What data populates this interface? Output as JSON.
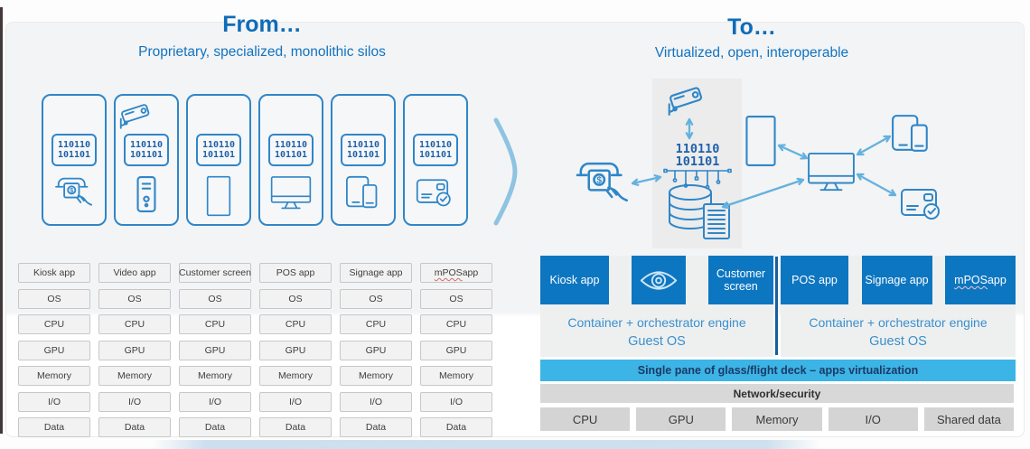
{
  "header": {
    "from_title": "From…",
    "from_subtitle": "Proprietary, specialized, monolithic silos",
    "to_title": "To…",
    "to_subtitle": "Virtualized, open, interoperable"
  },
  "binary": {
    "line1": "110110",
    "line2": "101101"
  },
  "silos": {
    "tiles": [
      {
        "icon": "atm-cash-icon"
      },
      {
        "icon": "tower-pc-icon",
        "top_icon": "cctv-camera-icon"
      },
      {
        "icon": "blank-screen-icon"
      },
      {
        "icon": "desktop-monitor-icon"
      },
      {
        "icon": "tablet-phone-icon"
      },
      {
        "icon": "payment-card-icon"
      }
    ],
    "apps": [
      {
        "label": "Kiosk app"
      },
      {
        "label": "Video app"
      },
      {
        "label": "Customer screen"
      },
      {
        "label": "POS app"
      },
      {
        "label": "Signage app"
      },
      {
        "label": "mPOS app",
        "underline": "mPOS"
      }
    ],
    "layers": [
      "OS",
      "CPU",
      "GPU",
      "Memory",
      "I/O",
      "Data"
    ]
  },
  "virtualized": {
    "cluster_icons": [
      "cctv-camera-icon",
      "updown-arrow-icon",
      "binary-stream-icon",
      "database-doc-icon",
      "atm-cash-icon",
      "blank-screen-icon",
      "desktop-monitor-icon",
      "tablet-phone-icon",
      "payment-card-icon",
      "eye-icon"
    ],
    "groups": [
      {
        "apps": [
          {
            "label": "Kiosk app"
          },
          {
            "icon": "eye-icon"
          },
          {
            "label": "Customer screen"
          }
        ],
        "engine": "Container + orchestrator engine",
        "os": "Guest OS"
      },
      {
        "apps": [
          {
            "label": "POS app"
          },
          {
            "label": "Signage app"
          },
          {
            "label": "mPOS app",
            "underline": "mPOS"
          }
        ],
        "engine": "Container + orchestrator engine",
        "os": "Guest OS"
      }
    ],
    "pane_bar": "Single pane of glass/flight deck – apps virtualization",
    "network_bar": "Network/security",
    "resources": [
      "CPU",
      "GPU",
      "Memory",
      "I/O",
      "Shared data"
    ]
  },
  "colors": {
    "app_blue": "#0d76c1",
    "cyan_bar": "#3cb4e5",
    "title_blue": "#0f6cb8",
    "icon_stroke": "#2f86c8",
    "arrow_blue": "#64b1dd",
    "gray_bar": "#d8d8d8",
    "divider_blue": "#1b5d9e"
  }
}
